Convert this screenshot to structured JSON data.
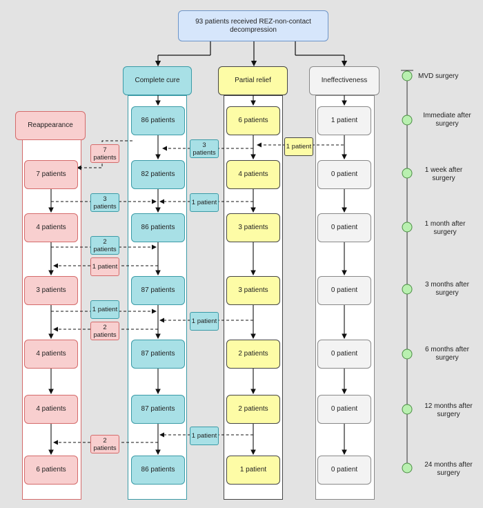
{
  "top": "93 patients received REZ-non-contact decompression",
  "columns": {
    "reappearance": "Reappearance",
    "cure": "Complete cure",
    "partial": "Partial relief",
    "ineff": "Ineffectiveness"
  },
  "reappearance": [
    "7 patients",
    "4 patients",
    "3 patients",
    "4 patients",
    "4 patients",
    "6 patients"
  ],
  "cure": [
    "86 patients",
    "82 patients",
    "86 patients",
    "87 patients",
    "87 patients",
    "87 patients",
    "86 patients"
  ],
  "partial": [
    "6 patients",
    "4 patients",
    "3 patients",
    "3 patients",
    "2 patients",
    "2 patients",
    "1 patient"
  ],
  "ineff": [
    "1 patient",
    "0 patient",
    "0 patient",
    "0 patient",
    "0 patient",
    "0 patient",
    "0 patient"
  ],
  "tags": {
    "t7": "7 patients",
    "t3a": "3 patients",
    "t1a": "1 patient",
    "t3b": "3 patients",
    "t1b": "1 patient",
    "t2a": "2 patients",
    "t1c": "1 patient",
    "t1d": "1 patient",
    "t2b": "2 patients",
    "t1e": "1 patient",
    "t1f": "1 patient",
    "t2c": "2 patients"
  },
  "timeline": [
    "MVD surgery",
    "Immediate after surgery",
    "1 week after surgery",
    "1 month after surgery",
    "3 months after surgery",
    "6 months after surgery",
    "12 months after surgery",
    "24 months after surgery"
  ],
  "colors": {
    "pink": "#f8cfcf",
    "teal": "#a8e0e6",
    "yellow": "#fdfca6",
    "grey": "#f3f3f3",
    "blue": "#d6e6fb",
    "green": "#b9f0b0"
  }
}
